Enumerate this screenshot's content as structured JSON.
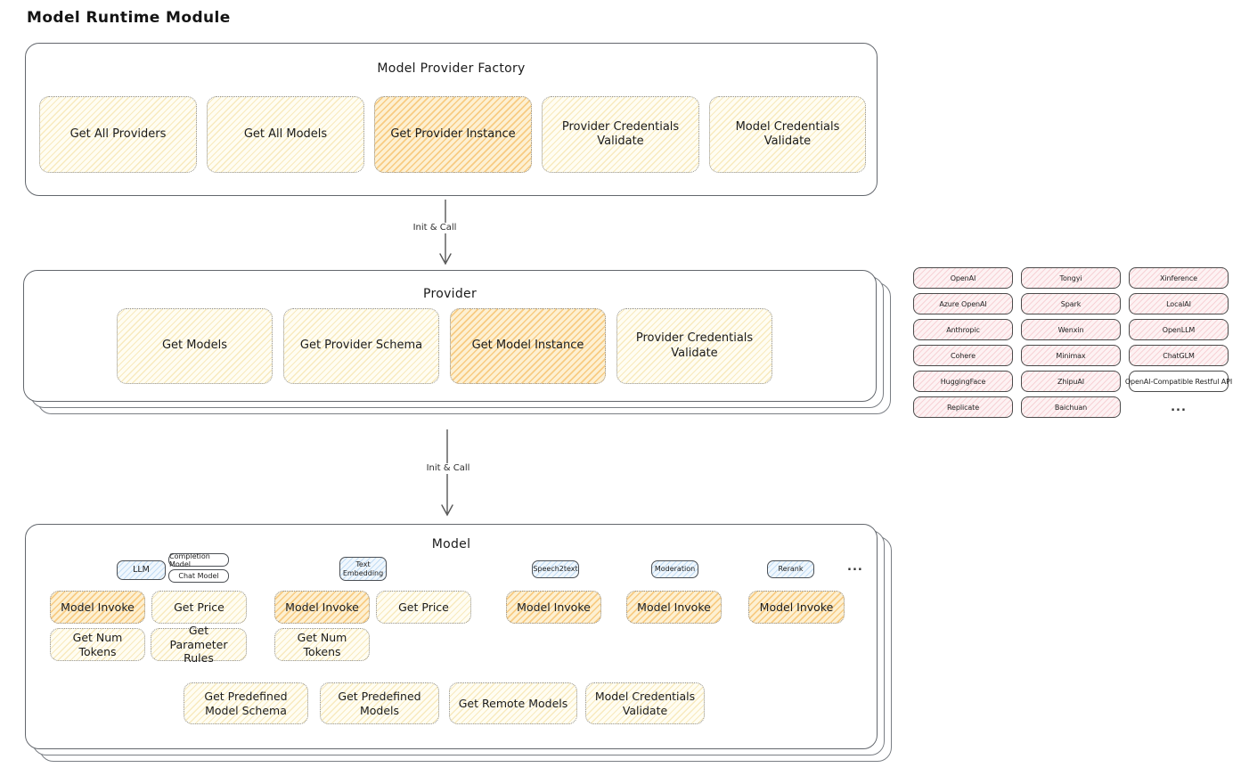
{
  "page": {
    "title": "Model Runtime Module"
  },
  "factory": {
    "title": "Model Provider Factory",
    "buttons": [
      {
        "label": "Get All Providers"
      },
      {
        "label": "Get All Models"
      },
      {
        "label": "Get Provider Instance"
      },
      {
        "label": "Provider Credentials Validate"
      },
      {
        "label": "Model Credentials Validate"
      }
    ]
  },
  "arrows": {
    "factory_to_provider": "Init & Call",
    "provider_to_model": "Init & Call"
  },
  "provider": {
    "title": "Provider",
    "buttons": [
      {
        "label": "Get Models"
      },
      {
        "label": "Get Provider Schema"
      },
      {
        "label": "Get Model Instance"
      },
      {
        "label": "Provider Credentials Validate"
      }
    ]
  },
  "model": {
    "title": "Model",
    "tags": {
      "llm": "LLM",
      "completion_model": "Completion Model",
      "chat_model": "Chat Model",
      "text_embedding": "Text Embedding",
      "speech2text": "Speech2text",
      "moderation": "Moderation",
      "rerank": "Rerank",
      "more": "..."
    },
    "buttons": {
      "model_invoke": "Model Invoke",
      "get_price": "Get Price",
      "get_num_tokens": "Get Num Tokens",
      "get_parameter_rules": "Get Parameter Rules",
      "get_predefined_model_schema": "Get Predefined Model Schema",
      "get_predefined_models": "Get Predefined Models",
      "get_remote_models": "Get Remote Models",
      "model_credentials_validate": "Model Credentials Validate"
    }
  },
  "providers": {
    "items": [
      "OpenAI",
      "Tongyi",
      "Xinference",
      "Azure OpenAI",
      "Spark",
      "LocalAI",
      "Anthropic",
      "Wenxin",
      "OpenLLM",
      "Cohere",
      "Minimax",
      "ChatGLM",
      "HuggingFace",
      "ZhipuAI",
      "OpenAI-Compatible Restful API",
      "Replicate",
      "Baichuan",
      "..."
    ]
  },
  "colors": {
    "highlight_orange": "#f2a632",
    "light_yellow": "#fffdf2",
    "tag_blue": "#d9ecfb",
    "provider_pink": "#fbe3e6",
    "outline_dark": "#4b4f54",
    "frame_gray": "#63676d"
  }
}
